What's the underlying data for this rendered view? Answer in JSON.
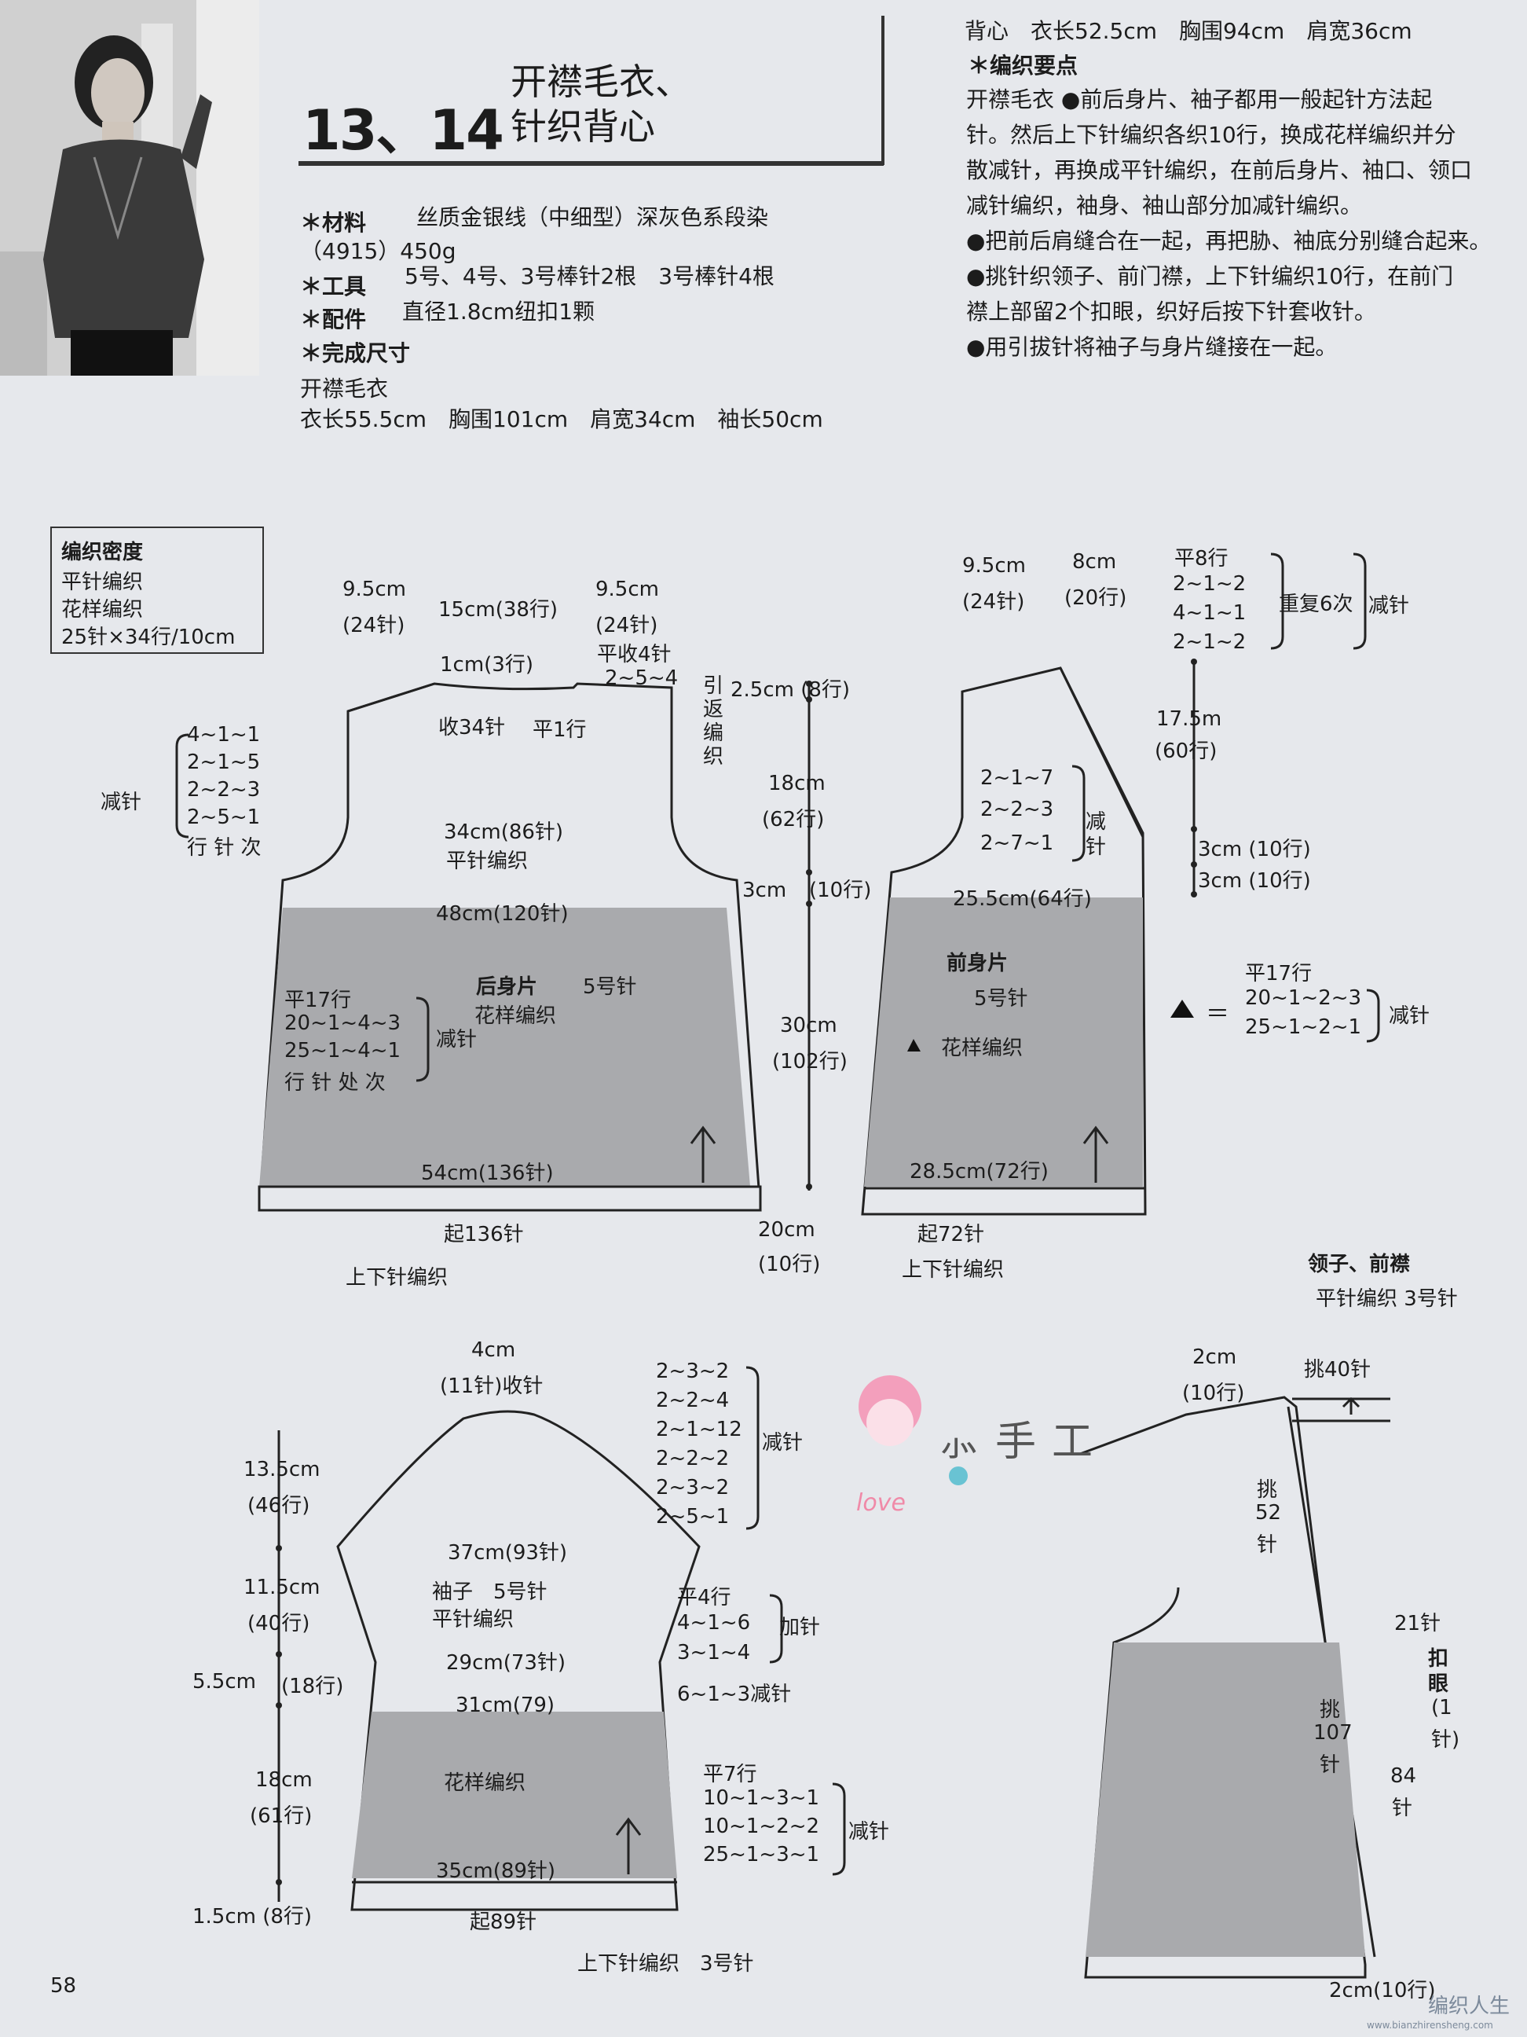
{
  "header": {
    "number": "13、14",
    "title_line1": "开襟毛衣、",
    "title_line2": "针织背心"
  },
  "materials": {
    "material_label": "＊材料",
    "material_value": "丝质金银线（中细型）深灰色系段染",
    "material_value2": "（4915）450g",
    "tools_label": "＊工具",
    "tools_value": "5号、4号、3号棒针2根　3号棒针4根",
    "accessories_label": "＊配件",
    "accessories_value": "直径1.8cm纽扣1颗",
    "size_label": "＊完成尺寸",
    "cardigan_label": "开襟毛衣",
    "cardigan_size": "衣长55.5cm　胸围101cm　肩宽34cm　袖长50cm"
  },
  "instructions": {
    "vest_size": "背心　衣长52.5cm　胸围94cm　肩宽36cm",
    "key_label": "＊编织要点",
    "lines": [
      "开襟毛衣 ●前后身片、袖子都用一般起针方法起",
      "针。然后上下针编织各织10行，换成花样编织并分",
      "散减针，再换成平针编织，在前后身片、袖口、领口",
      "减针编织，袖身、袖山部分加减针编织。",
      "●把前后肩缝合在一起，再把胁、袖底分别缝合起来。",
      "●挑针织领子、前门襟，上下针编织10行，在前门",
      "襟上部留2个扣眼，织好后按下针套收针。",
      "●用引拔针将袖子与身片缝接在一起。"
    ]
  },
  "gauge": {
    "title": "编织密度",
    "line1": "平针编织",
    "line2": "花样编织",
    "line3": "25针×34行/10cm"
  },
  "back": {
    "top_left": "9.5cm",
    "top_left2": "(24针)",
    "top_mid": "15cm(38行)",
    "top_right": "9.5cm",
    "top_right2": "(24针)",
    "neck_depth": "1cm(3行)",
    "bind_label": "平收4针",
    "bind2": "2~5~4",
    "short_rows": "引返编织",
    "short_rows_meas": "2.5cm (8行)",
    "neck_dec": "收34针",
    "neck_flat": "平1行",
    "arm_dec": [
      "4~1~1",
      "2~1~5",
      "2~2~3",
      "2~5~1",
      "行 针 次"
    ],
    "arm_dec_label": "减针",
    "upper_width": "34cm(86针)",
    "upper_stitch": "平针编织",
    "armhole_h": "18cm",
    "armhole_rows": "(62行)",
    "mid_h": "3cm",
    "mid_rows": "(10行)",
    "chest_width": "48cm(120针)",
    "name": "后身片",
    "needle": "5号针",
    "pattern": "花样编织",
    "side_dec": [
      "平17行",
      "20~1~4~3",
      "25~1~4~1",
      "行 针 处 次"
    ],
    "side_dec_label": "减针",
    "body_h": "30cm",
    "body_rows": "(102行)",
    "hem_width": "54cm(136针)",
    "cast_on": "起136针",
    "rib_label": "上下针编织",
    "rib_h": "20cm",
    "rib_rows": "(10行)"
  },
  "front": {
    "top_left": "9.5cm",
    "top_left2": "(24针)",
    "top_mid": "8cm",
    "top_mid2": "(20行)",
    "neck_dec": [
      "平8行",
      "2~1~2",
      "4~1~1",
      "2~1~2"
    ],
    "neck_repeat": "重复6次",
    "neck_dec_label": "减针",
    "neck_h": "17.5m",
    "neck_rows": "(60行)",
    "arm_dec": [
      "2~1~7",
      "2~2~3",
      "2~7~1"
    ],
    "arm_dec_label": "减针",
    "meas_a": "3cm (10行)",
    "meas_b": "3cm (10行)",
    "chest_width": "25.5cm(64行)",
    "name": "前身片",
    "needle": "5号针",
    "pattern": "花样编织",
    "tri_eq": "＝",
    "side_dec": [
      "平17行",
      "20~1~2~3",
      "25~1~2~1"
    ],
    "side_dec_label": "减针",
    "hem_width": "28.5cm(72行)",
    "cast_on": "起72针",
    "rib_label": "上下针编织"
  },
  "sleeve": {
    "top_w": "4cm",
    "top_w2": "(11针)收针",
    "cap_dec": [
      "2~3~2",
      "2~2~4",
      "2~1~12",
      "2~2~2",
      "2~3~2",
      "2~5~1"
    ],
    "cap_dec_label": "减针",
    "cap_h": "13.5cm",
    "cap_rows": "(46行)",
    "upper_width": "37cm(93针)",
    "name": "袖子　5号针",
    "stitch": "平针编织",
    "inc": [
      "平4行",
      "4~1~6",
      "3~1~4"
    ],
    "inc_label": "加针",
    "body_h": "11.5cm",
    "body_rows": "(40行)",
    "mid_width": "29cm(73针)",
    "dec3": "6~1~3减针",
    "sec_h": "5.5cm",
    "sec_rows": "(18行)",
    "pat_width": "31cm(79)",
    "pattern": "花样编织",
    "lower_dec": [
      "平7行",
      "10~1~3~1",
      "10~1~2~2",
      "25~1~3~1"
    ],
    "lower_dec_label": "减针",
    "lower_h": "18cm",
    "lower_rows": "(61行)",
    "hem_width": "35cm(89针)",
    "rib_h": "1.5cm (8行)",
    "cast_on": "起89针",
    "rib_label": "上下针编织　3号针"
  },
  "collar": {
    "title": "领子、前襟",
    "subtitle": "平针编织 3号针",
    "width": "2cm",
    "rows": "(10行)",
    "pick40": "挑40针",
    "pick52": [
      "挑",
      "52",
      "针"
    ],
    "st21": "21针",
    "buttonhole": [
      "扣",
      "眼",
      "(1",
      "针)"
    ],
    "pick107": [
      "挑",
      "107",
      "针"
    ],
    "st84": [
      "84",
      "针"
    ],
    "bottom": "2cm(10行)"
  },
  "watermark": {
    "text": "⺗手工",
    "script": "love",
    "site": "编织人生",
    "url": "www.bianzhirensheng.com"
  },
  "page_number": "58"
}
